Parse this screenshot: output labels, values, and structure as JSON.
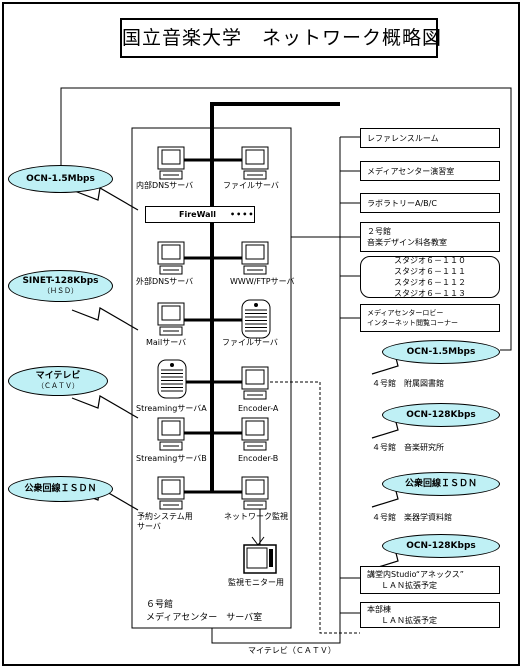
{
  "title": "国立音楽大学　ネットワーク概略図",
  "room_label": [
    "６号館",
    "メディアセンター　サーバ室"
  ],
  "firewall": "FireWall",
  "servers": [
    {
      "id": "internal-dns",
      "label": "内部DNSサーバ"
    },
    {
      "id": "file-1",
      "label": "ファイルサーバ"
    },
    {
      "id": "external-dns",
      "label": "外部DNSサーバ"
    },
    {
      "id": "www-ftp",
      "label": "WWW/FTPサーバ"
    },
    {
      "id": "mail",
      "label": "Mailサーバ"
    },
    {
      "id": "file-2",
      "label": "ファイルサーバ"
    },
    {
      "id": "streaming-a",
      "label": "StreamingサーバA"
    },
    {
      "id": "encoder-a",
      "label": "Encoder-A"
    },
    {
      "id": "streaming-b",
      "label": "StreamingサーバB"
    },
    {
      "id": "encoder-b",
      "label": "Encoder-B"
    },
    {
      "id": "reservation",
      "label": "予約システム用\nサーバ"
    },
    {
      "id": "net-monitor",
      "label": "ネットワーク監視"
    },
    {
      "id": "monitor",
      "label": "監視モニター用"
    }
  ],
  "external_lines": [
    {
      "name": "OCN-1.5Mbps",
      "sub": ""
    },
    {
      "name": "SINET-128Kbps",
      "sub": "（ＨＳＤ）"
    },
    {
      "name": "マイテレビ",
      "sub": "（ＣＡＴＶ）"
    },
    {
      "name": "公衆回線ＩＳＤＮ",
      "sub": ""
    }
  ],
  "rooms": [
    {
      "lines": [
        "レファレンスルーム"
      ]
    },
    {
      "lines": [
        "メディアセンター演習室"
      ]
    },
    {
      "lines": [
        "ラボラトリーA/B/C"
      ]
    },
    {
      "lines": [
        "２号館",
        "音楽デザイン科各教室"
      ]
    },
    {
      "lines": [
        "スタジオ６－１１０",
        "スタジオ６－１１１",
        "スタジオ６－１１２",
        "スタジオ６－１１３"
      ]
    },
    {
      "lines": [
        "メディアセンターロビー",
        "インターネット閲覧コーナー"
      ]
    }
  ],
  "branches": [
    {
      "line": "OCN-1.5Mbps",
      "building": "４号館　附属図書館"
    },
    {
      "line": "OCN-128Kbps",
      "building": "４号館　音楽研究所"
    },
    {
      "line": "公衆回線ＩＳＤＮ",
      "building": "４号館　楽器学資料館"
    },
    {
      "line": "OCN-128Kbps",
      "building": ""
    }
  ],
  "bottom_boxes": [
    {
      "lines": [
        "講堂内Studio“アネックス”",
        "ＬＡＮ拡張予定"
      ]
    },
    {
      "lines": [
        "本部棟",
        "ＬＡＮ拡張予定"
      ]
    }
  ],
  "catv_label": "マイテレビ（ＣＡＴＶ）"
}
